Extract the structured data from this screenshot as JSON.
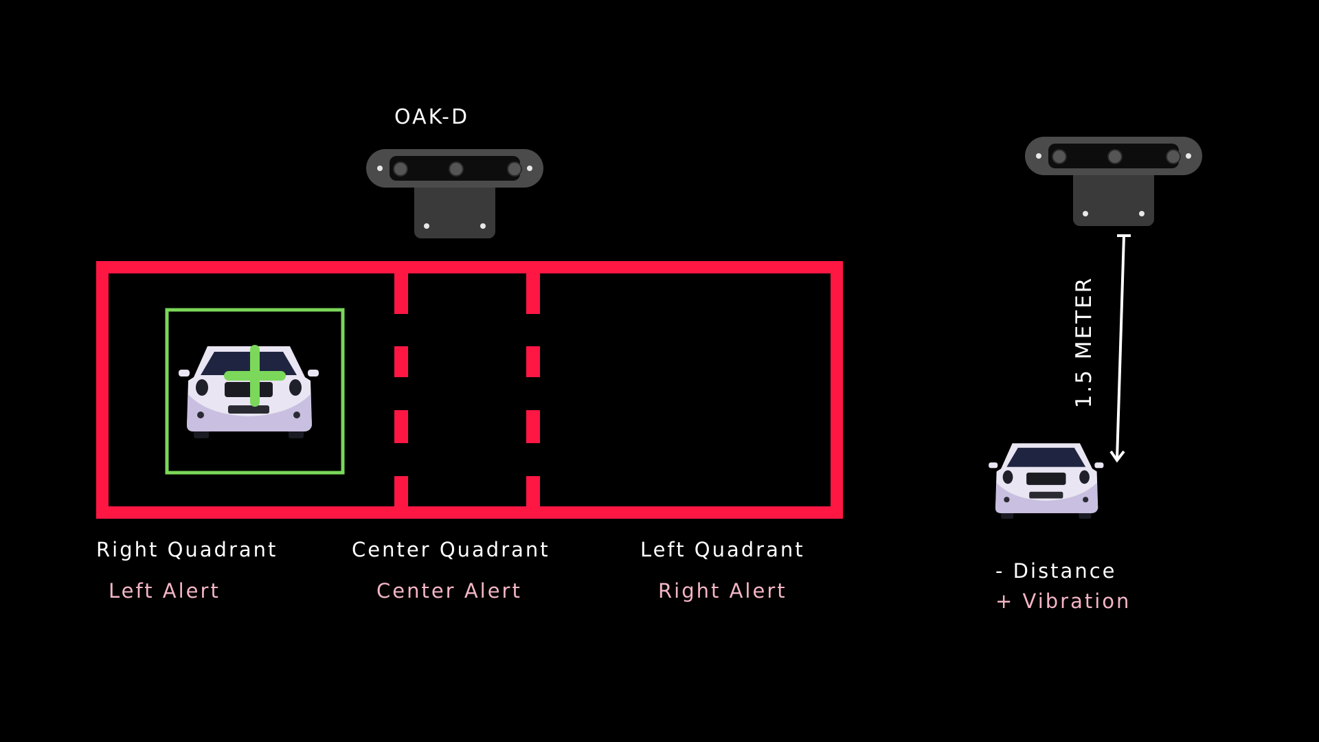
{
  "camera_label": "OAK-D",
  "quadrants": [
    {
      "name": "Right Quadrant",
      "alert": "Left Alert"
    },
    {
      "name": "Center Quadrant",
      "alert": "Center Alert"
    },
    {
      "name": "Left Quadrant",
      "alert": "Right Alert"
    }
  ],
  "distance": {
    "measure_label": "1.5 METER",
    "line1": "- Distance",
    "line2": "+ Vibration"
  },
  "colors": {
    "zone_border": "#ff1744",
    "detection_box": "#7bd85a",
    "alert_text": "#f4b6c6"
  },
  "icons": {
    "camera": "oak-d-camera-icon",
    "car": "car-front-icon",
    "crosshair": "plus-marker-icon",
    "arrow": "double-ended-arrow-icon"
  }
}
